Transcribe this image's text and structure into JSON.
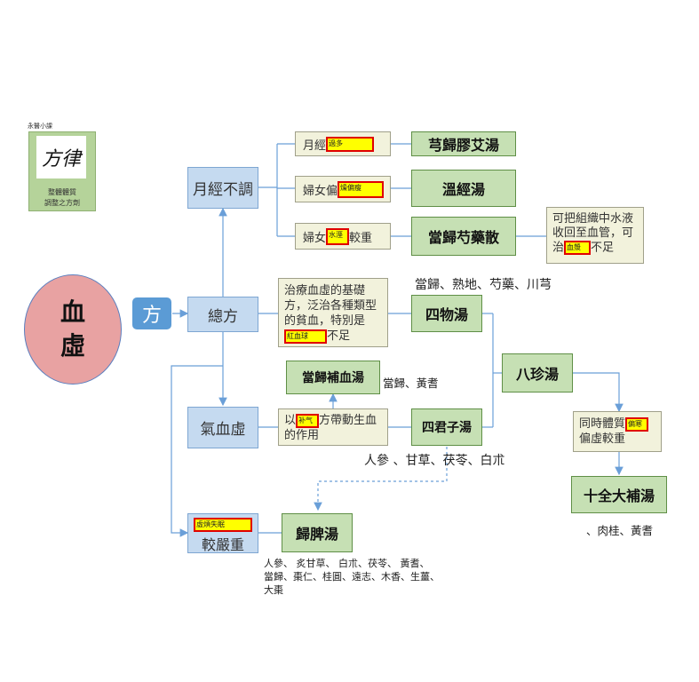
{
  "logo": {
    "top_label": "永醫小課",
    "glyph": "方律",
    "line1": "整體體質",
    "line2": "調整之方劑"
  },
  "root": {
    "char1": "血",
    "char2": "虛"
  },
  "fang": "方",
  "nodes": {
    "yuejing_butiao": "月經不調",
    "zongfang": "總方",
    "qixuexu": "氣血虛",
    "jiaoyanzhong": "較嚴重",
    "jiaoyanzhong_hl": "虛煩失眠"
  },
  "conditions": {
    "guoduo_prefix": "月經",
    "guoduo_hl": "過多",
    "pianshou_prefix": "婦女偏",
    "pianshou_hl": "燥偏瘦",
    "shuishi_prefix": "婦女",
    "shuishi_hl": "水溼",
    "shuishi_suffix": "較重",
    "zongfang_desc": "治療血虛的基礎方，泛治各種類型的貧血，特別是",
    "zongfang_hl": "紅血球",
    "zongfang_suffix": "不足",
    "buqi_prefix": "以",
    "buqi_hl": "补气",
    "buqi_suffix": "方帶動生血的作用",
    "zhi_prefix": "可把組織中水液收回至血管，可治",
    "zhi_hl": "血漿",
    "zhi_suffix": "不足",
    "tongshi_prefix": "同時體質",
    "tongshi_hl": "偏寒",
    "tongshi_suffix": "偏虛較重"
  },
  "formulas": {
    "xiongguijiaoai": "芎歸膠艾湯",
    "wenjing": "溫經湯",
    "dangguishaoyao": "當歸芍藥散",
    "siwu": "四物湯",
    "dangguibuxue": "當歸補血湯",
    "sijunzi": "四君子湯",
    "bazhen": "八珍湯",
    "shiquan": "十全大補湯",
    "guipi": "歸脾湯"
  },
  "ingredients": {
    "siwu": "當歸、熟地、芍藥、川芎",
    "dangguibuxue": "當歸、黃耆",
    "sijunzi": "人參 、甘草、茯苓、白朮",
    "shiquan": "、肉桂、黃耆",
    "guipi_line1": "人參、 炙甘草、 白朮、茯苓、 黃耆、",
    "guipi_line2": "當歸、棗仁、桂圓、遠志、木香、生薑、",
    "guipi_line3": "大棗"
  },
  "colors": {
    "blue_box": "#c5daf0",
    "green_box": "#c6e0b4",
    "cream_box": "#f2f2dc",
    "root_circle": "#e8a2a2",
    "arrow": "#6a9fd8",
    "highlight": "#ffff00",
    "highlight_border": "#e00000"
  }
}
